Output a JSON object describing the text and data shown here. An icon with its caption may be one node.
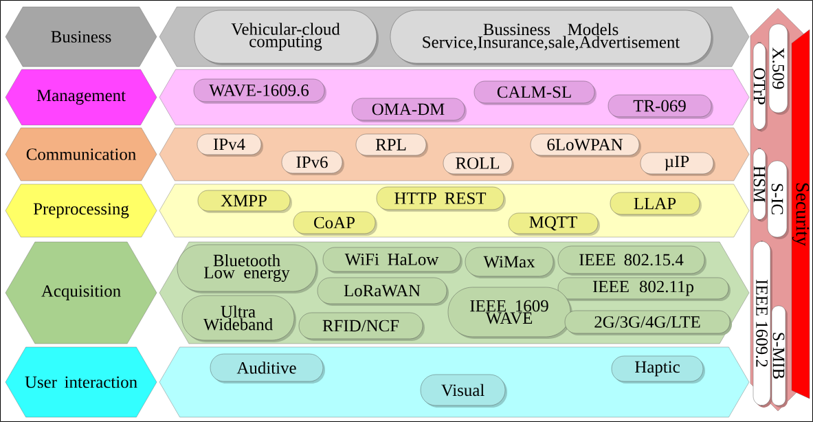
{
  "diagram": {
    "nodes": [
      {
        "text": [
          "Business"
        ]
      },
      {
        "text": [],
        "shape": "hexagon"
      },
      {
        "text": [
          "Vehicular-cloud computing"
        ],
        "in": 1
      },
      {
        "text": [
          "Bussiness Models Service,Insurance,sale,Advertisement"
        ],
        "in": 1
      },
      {
        "text": [
          "Management"
        ]
      },
      {
        "text": [],
        "shape": "hexagon"
      },
      {
        "text": [
          "WAVE-1609.6"
        ],
        "in": 5
      },
      {
        "text": [
          "CALM-SL"
        ],
        "in": 5
      },
      {
        "text": [
          "OMA-DM"
        ],
        "in": 5
      },
      {
        "text": [
          "TR-069"
        ],
        "in": 5
      },
      {
        "text": [
          "Communication"
        ]
      },
      {
        "text": [],
        "shape": "hexagon"
      },
      {
        "text": [
          "IPv4"
        ],
        "in": 11
      },
      {
        "text": [
          "RPL"
        ],
        "in": 11
      },
      {
        "text": [
          "6LoWPAN"
        ],
        "in": 11
      },
      {
        "text": [
          "IPv6"
        ],
        "in": 11
      },
      {
        "text": [
          "ROLL"
        ],
        "in": 11
      },
      {
        "text": [
          "µIP"
        ],
        "in": 11
      },
      {
        "text": [
          "Preprocessing"
        ]
      },
      {
        "text": [],
        "shape": "hexagon"
      },
      {
        "text": [
          "XMPP"
        ],
        "in": 19
      },
      {
        "text": [
          "HTTP REST"
        ],
        "in": 19
      },
      {
        "text": [
          "LLAP"
        ],
        "in": 19
      },
      {
        "text": [
          "CoAP"
        ],
        "in": 19
      },
      {
        "text": [
          "MQTT"
        ],
        "in": 19
      },
      {
        "text": [
          "Acquisition"
        ]
      },
      {
        "text": [],
        "shape": "hexagon"
      },
      {
        "text": [
          "Bluetooth Low energy"
        ],
        "in": 26
      },
      {
        "text": [
          "WiFi HaLow"
        ],
        "in": 26
      },
      {
        "text": [
          "WiMax"
        ],
        "in": 26
      },
      {
        "text": [
          "IEEE 802.15.4"
        ],
        "in": 26
      },
      {
        "text": [
          "LoRaWAN"
        ],
        "in": 26
      },
      {
        "text": [
          "IEEE 802.11p"
        ],
        "in": 26
      },
      {
        "text": [
          "Ultra Wideband"
        ],
        "in": 26
      },
      {
        "text": [
          "IEEE 1609 WAVE"
        ],
        "in": 26
      },
      {
        "text": [
          "RFID/NCF"
        ],
        "in": 26
      },
      {
        "text": [
          "2G/3G/4G/LTE"
        ],
        "in": 26
      },
      {
        "text": [
          "User interaction"
        ]
      },
      {
        "text": [],
        "shape": "hexagon"
      },
      {
        "text": [
          "Auditive"
        ],
        "in": 38
      },
      {
        "text": [
          "Haptic"
        ],
        "in": 38
      },
      {
        "text": [
          "Visual"
        ],
        "in": 38
      },
      {
        "text": [],
        "shape": "hexagon"
      },
      {
        "text": [
          "X.509"
        ],
        "in": 42
      },
      {
        "text": [
          "OTrP"
        ],
        "in": 42
      },
      {
        "text": [
          "HSM"
        ],
        "in": 42
      },
      {
        "text": [
          "S-IC"
        ],
        "in": 42
      },
      {
        "text": [
          "IEEE 1609.2"
        ],
        "in": 42
      },
      {
        "text": [
          "S-MIB"
        ],
        "in": 42
      },
      {
        "text": [
          "Security"
        ]
      }
    ]
  }
}
